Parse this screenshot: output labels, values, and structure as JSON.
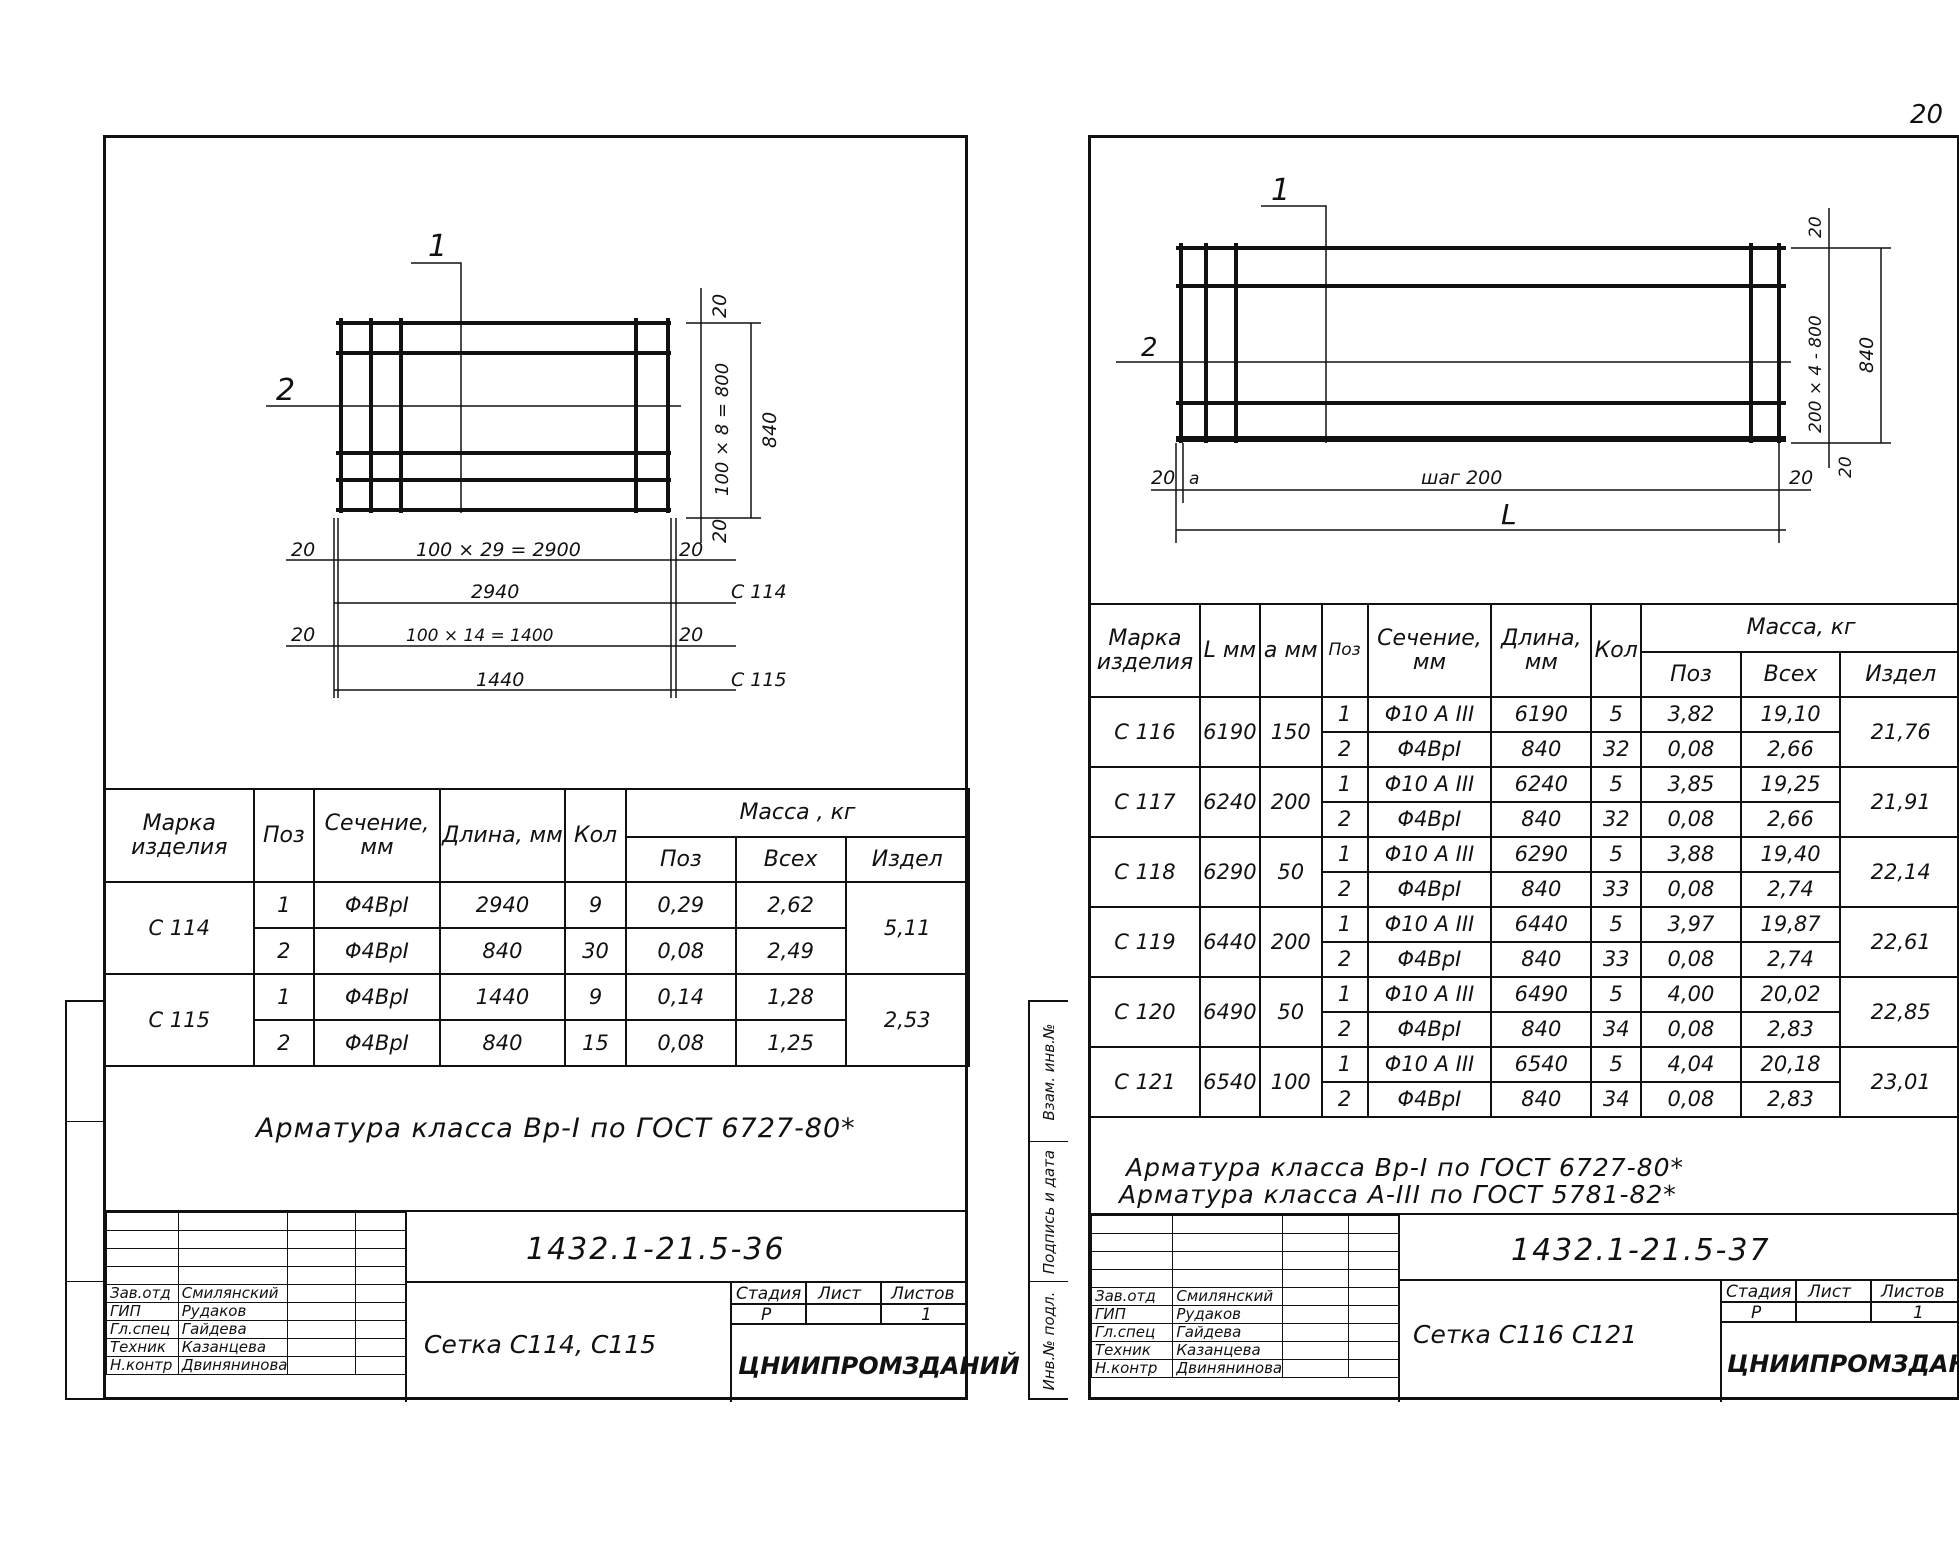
{
  "page_number": "20",
  "left": {
    "callout_1": "1",
    "callout_2": "2",
    "dims": {
      "top_left": "20",
      "top_span": "100 × 29 = 2900",
      "top_right": "20",
      "total_c114": "2940",
      "tag_c114": "С 114",
      "mid_left": "20",
      "mid_span": "100 × 14 = 1400",
      "mid_right": "20",
      "total_c115": "1440",
      "tag_c115": "С 115",
      "vert_top": "20",
      "vert_span": "100 × 8 = 800",
      "vert_bottom": "20",
      "vert_total": "840"
    },
    "table": {
      "h_mark": "Марка изделия",
      "h_pos": "Поз",
      "h_section": "Сечение, мм",
      "h_length": "Длина, мм",
      "h_qty": "Кол",
      "h_mass": "Масса , кг",
      "h_m_pos": "Поз",
      "h_m_all": "Всех",
      "h_m_item": "Издел",
      "rows": [
        {
          "mark": "С 114",
          "item": "5,11",
          "r": [
            {
              "pos": "1",
              "sec": "Φ4ВрI",
              "len": "2940",
              "qty": "9",
              "mp": "0,29",
              "ma": "2,62"
            },
            {
              "pos": "2",
              "sec": "Φ4ВрI",
              "len": "840",
              "qty": "30",
              "mp": "0,08",
              "ma": "2,49"
            }
          ]
        },
        {
          "mark": "С 115",
          "item": "2,53",
          "r": [
            {
              "pos": "1",
              "sec": "Φ4ВрI",
              "len": "1440",
              "qty": "9",
              "mp": "0,14",
              "ma": "1,28"
            },
            {
              "pos": "2",
              "sec": "Φ4ВрI",
              "len": "840",
              "qty": "15",
              "mp": "0,08",
              "ma": "1,25"
            }
          ]
        }
      ]
    },
    "note": "Арматура   класса  Вр-I  по  ГОСТ 6727-80*",
    "stamp": {
      "doc_no": "1432.1-21.5-36",
      "title": "Сетка С114, С115",
      "stage_h": "Стадия",
      "sheet_h": "Лист",
      "sheets_h": "Листов",
      "stage": "Р",
      "sheets": "1",
      "org": "ЦНИИПРОМЗДАНИЙ",
      "people": [
        {
          "role": "Зав.отд",
          "name": "Смилянский"
        },
        {
          "role": "ГИП",
          "name": "Рудаков"
        },
        {
          "role": "Гл.спец",
          "name": "Гайдева"
        },
        {
          "role": "Техник",
          "name": "Казанцева"
        },
        {
          "role": "Н.контр",
          "name": "Двинянинова"
        }
      ]
    }
  },
  "right": {
    "callout_1": "1",
    "callout_2": "2",
    "dims": {
      "v_top": "20",
      "v_span": "200 × 4 - 800",
      "v_total": "840",
      "v_bottom": "20",
      "b_left": "20",
      "b_a": "a",
      "b_step": "шаг 200",
      "b_right": "20",
      "b_L": "L"
    },
    "table": {
      "h_mark": "Марка изделия",
      "h_L": "L мм",
      "h_a": "a мм",
      "h_pos": "Поз",
      "h_section": "Сечение, мм",
      "h_length": "Длина, мм",
      "h_qty": "Кол",
      "h_mass": "Масса, кг",
      "h_m_pos": "Поз",
      "h_m_all": "Всех",
      "h_m_item": "Издел",
      "rows": [
        {
          "mark": "С 116",
          "L": "6190",
          "a": "150",
          "item": "21,76",
          "r": [
            {
              "pos": "1",
              "sec": "Φ10 А III",
              "len": "6190",
              "qty": "5",
              "mp": "3,82",
              "ma": "19,10"
            },
            {
              "pos": "2",
              "sec": "Φ4ВрI",
              "len": "840",
              "qty": "32",
              "mp": "0,08",
              "ma": "2,66"
            }
          ]
        },
        {
          "mark": "С 117",
          "L": "6240",
          "a": "200",
          "item": "21,91",
          "r": [
            {
              "pos": "1",
              "sec": "Φ10 А III",
              "len": "6240",
              "qty": "5",
              "mp": "3,85",
              "ma": "19,25"
            },
            {
              "pos": "2",
              "sec": "Φ4ВрI",
              "len": "840",
              "qty": "32",
              "mp": "0,08",
              "ma": "2,66"
            }
          ]
        },
        {
          "mark": "С 118",
          "L": "6290",
          "a": "50",
          "item": "22,14",
          "r": [
            {
              "pos": "1",
              "sec": "Φ10 А III",
              "len": "6290",
              "qty": "5",
              "mp": "3,88",
              "ma": "19,40"
            },
            {
              "pos": "2",
              "sec": "Φ4ВрI",
              "len": "840",
              "qty": "33",
              "mp": "0,08",
              "ma": "2,74"
            }
          ]
        },
        {
          "mark": "С 119",
          "L": "6440",
          "a": "200",
          "item": "22,61",
          "r": [
            {
              "pos": "1",
              "sec": "Φ10 А III",
              "len": "6440",
              "qty": "5",
              "mp": "3,97",
              "ma": "19,87"
            },
            {
              "pos": "2",
              "sec": "Φ4ВрI",
              "len": "840",
              "qty": "33",
              "mp": "0,08",
              "ma": "2,74"
            }
          ]
        },
        {
          "mark": "С 120",
          "L": "6490",
          "a": "50",
          "item": "22,85",
          "r": [
            {
              "pos": "1",
              "sec": "Φ10 А III",
              "len": "6490",
              "qty": "5",
              "mp": "4,00",
              "ma": "20,02"
            },
            {
              "pos": "2",
              "sec": "Φ4ВрI",
              "len": "840",
              "qty": "34",
              "mp": "0,08",
              "ma": "2,83"
            }
          ]
        },
        {
          "mark": "С 121",
          "L": "6540",
          "a": "100",
          "item": "23,01",
          "r": [
            {
              "pos": "1",
              "sec": "Φ10 А III",
              "len": "6540",
              "qty": "5",
              "mp": "4,04",
              "ma": "20,18"
            },
            {
              "pos": "2",
              "sec": "Φ4ВрI",
              "len": "840",
              "qty": "34",
              "mp": "0,08",
              "ma": "2,83"
            }
          ]
        }
      ]
    },
    "note1": "Арматура  класса  Вр-I  по  ГОСТ 6727-80*",
    "note2": "Арматура  класса  А-III  по  ГОСТ 5781-82*",
    "stamp": {
      "doc_no": "1432.1-21.5-37",
      "title": "Сетка С116    С121",
      "stage_h": "Стадия",
      "sheet_h": "Лист",
      "sheets_h": "Листов",
      "stage": "Р",
      "sheets": "1",
      "org": "ЦНИИПРОМЗДАНИЙ",
      "people": [
        {
          "role": "Зав.отд",
          "name": "Смилянский"
        },
        {
          "role": "ГИП",
          "name": "Рудаков"
        },
        {
          "role": "Гл.спец",
          "name": "Гайдева"
        },
        {
          "role": "Техник",
          "name": "Казанцева"
        },
        {
          "role": "Н.контр",
          "name": "Двинянинова"
        }
      ]
    },
    "side": {
      "inv": "Инв.№ подл.",
      "sign": "Подпись и дата",
      "vzam": "Взам. инв.№"
    }
  }
}
